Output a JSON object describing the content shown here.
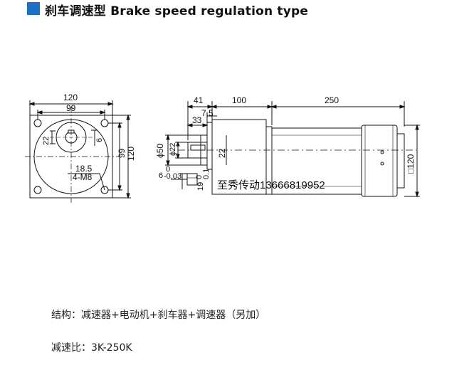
{
  "header": {
    "title": "刹车调速型 Brake speed regulation type",
    "accent_color": "#1c6fc2"
  },
  "front_view": {
    "width_outer": "120",
    "width_inner": "99",
    "height_inner": "99",
    "height_outer": "120",
    "key_width": "22",
    "key_depth": "6",
    "offset": "18.5",
    "holes": "4-M8"
  },
  "side_view": {
    "shaft_length": "41",
    "gearbox_length": "100",
    "motor_length": "250",
    "key_length": "33",
    "shoulder": "7.5",
    "flange_dia": "ϕ50",
    "shaft_dia": "ϕ22",
    "center_height": "22",
    "motor_square": "□120",
    "key_tol": "0\n-0.03",
    "key_label": "6",
    "key_height_tol": "0\n-0.1",
    "key_height": "19",
    "key_height_label_a": "0",
    "key_height_label_b": "0.1"
  },
  "watermark": "至秀传动13666819952",
  "notes": {
    "structure": "结构：减速器+电动机+刹车器+调速器（另加）",
    "ratio": "减速比：3K-250K"
  }
}
